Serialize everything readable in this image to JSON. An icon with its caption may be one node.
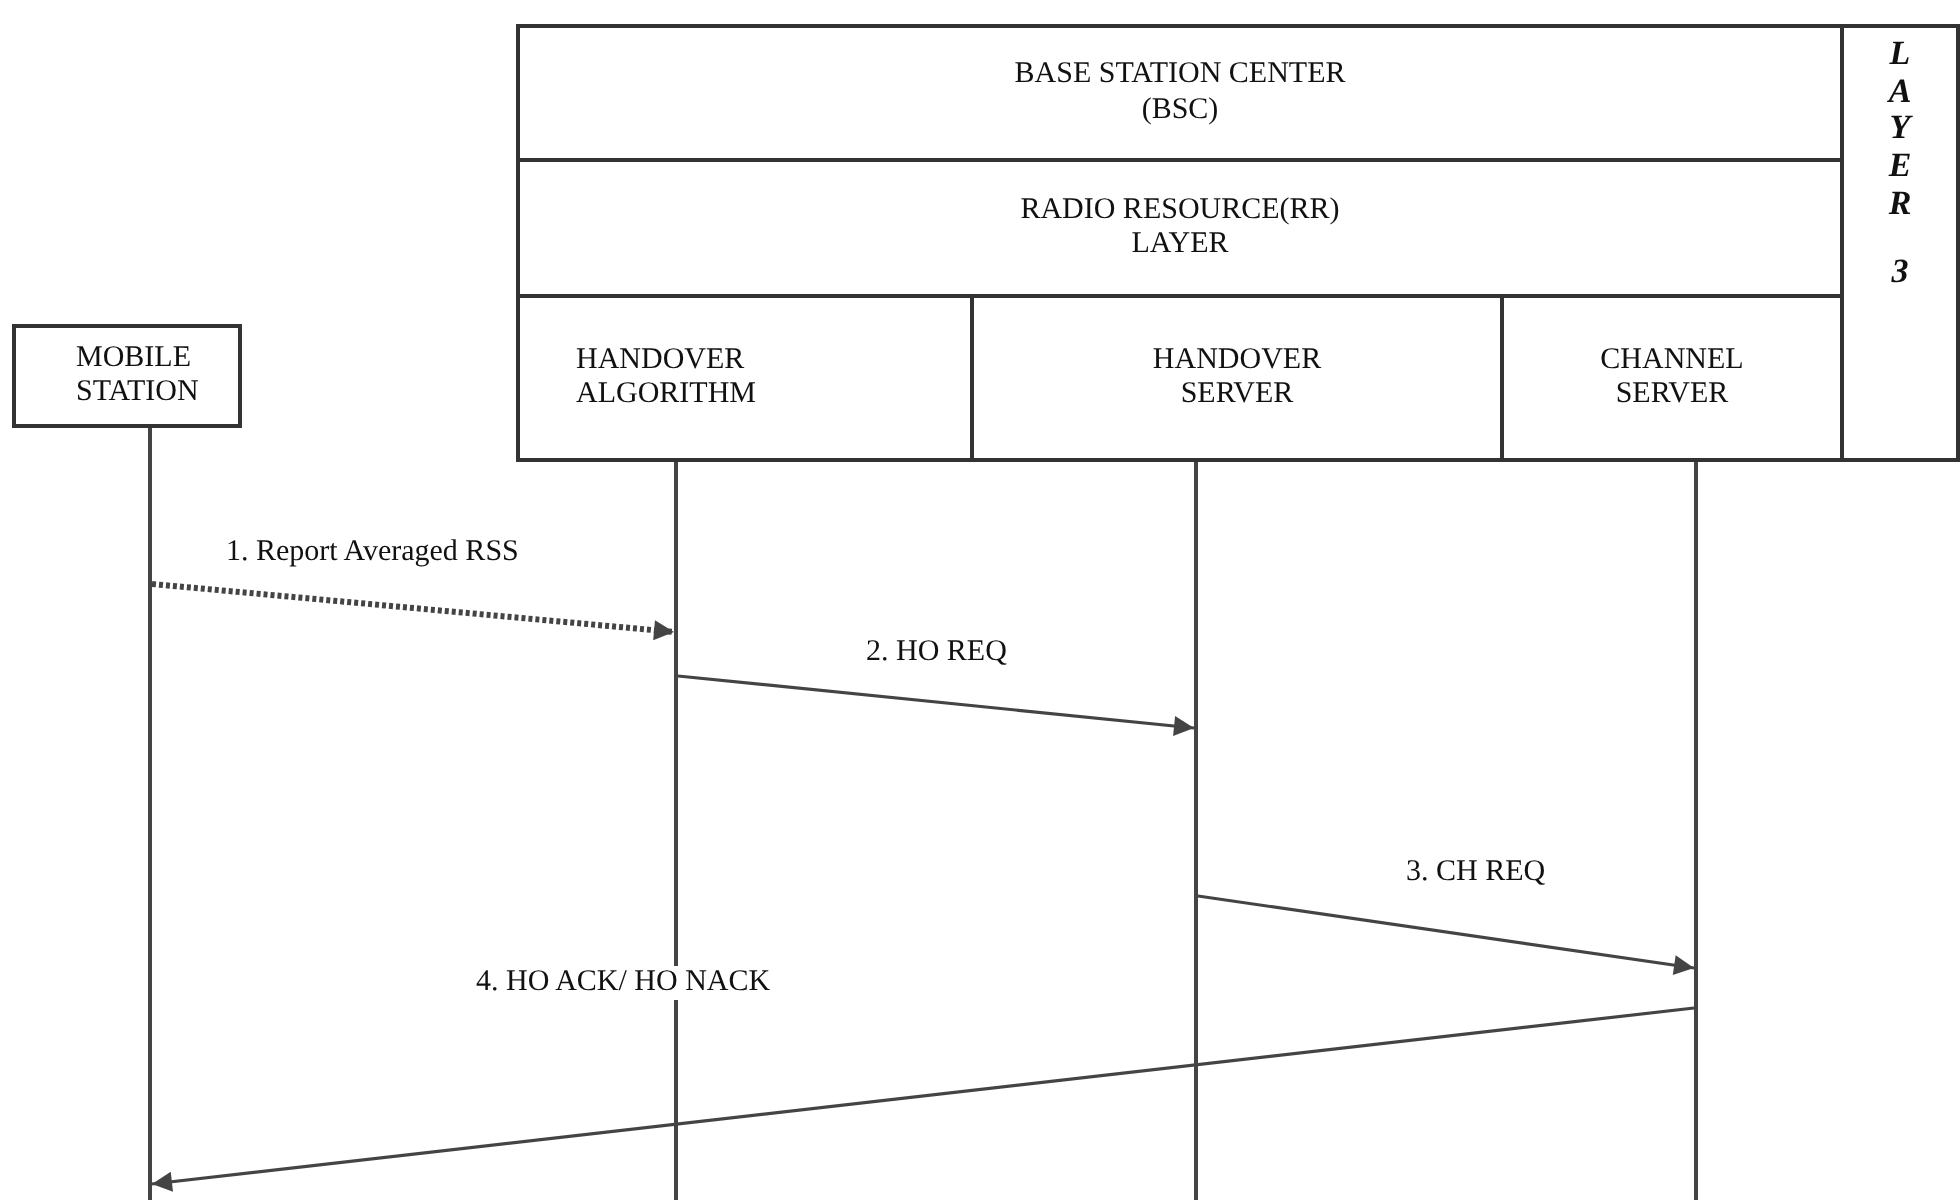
{
  "diagram": {
    "nodes": [
      {
        "text": [
          "MOBILE STATION"
        ]
      },
      {
        "text": [
          "BASE STATION CENTER (BSC)"
        ]
      },
      {
        "text": [
          "RADIO RESOURCE(RR) LAYER"
        ]
      },
      {
        "text": [
          "HANDOVER ALGORITHM"
        ]
      },
      {
        "text": [
          "HANDOVER SERVER"
        ]
      },
      {
        "text": [
          "CHANNEL SERVER"
        ]
      },
      {
        "text": [
          "LAYER",
          "3"
        ]
      },
      {
        "text": [],
        "shape": "bar"
      },
      {
        "text": [],
        "shape": "bar"
      },
      {
        "text": [],
        "shape": "bar"
      },
      {
        "text": [],
        "shape": "bar"
      }
    ],
    "edges": [
      {
        "from": 7,
        "to": 8,
        "arrow": "to",
        "label": "1. Report Averaged RSS",
        "style": "dashed"
      },
      {
        "from": 8,
        "to": 9,
        "arrow": "to",
        "label": "2. HO REQ"
      },
      {
        "from": 9,
        "to": 10,
        "arrow": "to",
        "label": "3. CH REQ"
      },
      {
        "from": 10,
        "to": 7,
        "arrow": "to",
        "label": "4. HO ACK/ HO NACK"
      }
    ]
  }
}
